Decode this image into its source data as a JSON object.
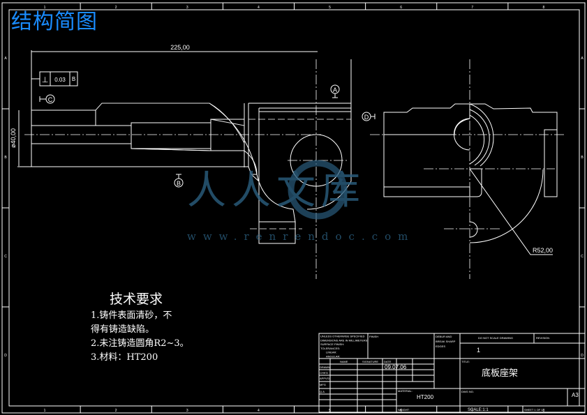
{
  "header": {
    "title": "结构简图"
  },
  "frame": {
    "columns": [
      "1",
      "2",
      "3",
      "4",
      "5",
      "6",
      "7",
      "8"
    ],
    "rows": [
      "A",
      "B",
      "C",
      "D"
    ]
  },
  "dimensions": {
    "length": "225,00",
    "diameter": "ø40,00",
    "radius": "R52,00"
  },
  "tolerance": {
    "symbol": "⊥",
    "value": "0.03",
    "datum": "B"
  },
  "datums": [
    "A",
    "B",
    "C",
    "D"
  ],
  "tech": {
    "title": "技术要求",
    "lines": [
      "1.铸件表面清砂，不",
      "得有铸造缺陷。",
      "2.未注铸造圆角R2~3。",
      "3.材料：HT200"
    ]
  },
  "watermark": {
    "text": "人人文库",
    "url": "www.renrendoc.com"
  },
  "titleblock": {
    "general": [
      "UNLESS OTHERWISE SPECIFIED",
      "DIMENSIONS ARE IN MILLIMETERS",
      "SURFACE FINISH:",
      "TOLERANCES:",
      "LINEAR:",
      "ANGULAR:"
    ],
    "finish": "FINISH",
    "debur": [
      "DEBUR AND",
      "BREAK SHARP",
      "EDGES"
    ],
    "noscale": "DO NOT SCALE DRAWING",
    "revision": "REVISION",
    "revision_value": "1",
    "cols": [
      "NAME",
      "SIGNATURE",
      "DATE"
    ],
    "rows": [
      "DRAWN",
      "CHK'D",
      "APPV'D",
      "MFG",
      "Q.A"
    ],
    "date": "09.07.06",
    "title_label": "TITLE:",
    "title": "底板座架",
    "material_label": "MATERIAL:",
    "material": "HT200",
    "dwgno_label": "DWG NO.",
    "size": "A3",
    "weight_label": "WEIGHT:",
    "scale": "SCALE:1:1",
    "sheet": "SHEET 1 OF 1"
  }
}
